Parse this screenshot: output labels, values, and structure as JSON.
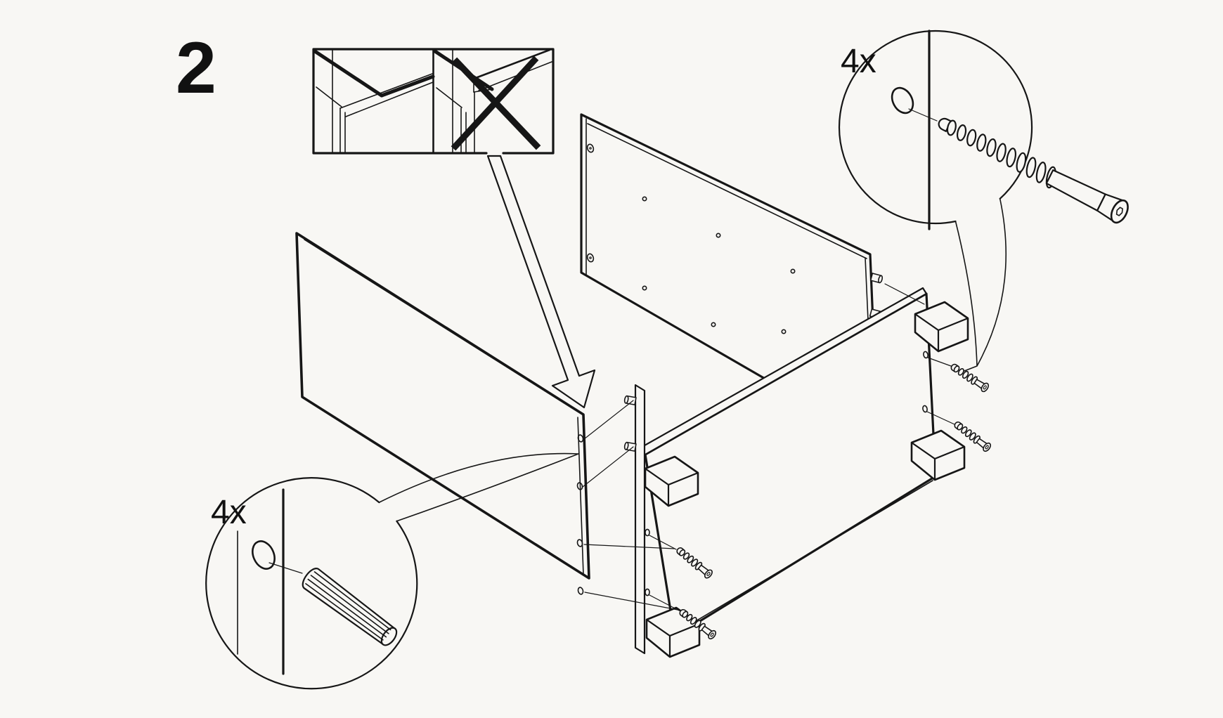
{
  "page": {
    "background_color": "#f8f7f4",
    "ink_color": "#161616"
  },
  "step": {
    "number": "2"
  },
  "callouts": {
    "screw": {
      "quantity_label": "4x",
      "icon": "countersunk-screw-icon"
    },
    "dowel": {
      "quantity_label": "4x",
      "icon": "wood-dowel-icon"
    }
  },
  "inset": {
    "icons": [
      "flush-panel-joint-icon",
      "misaligned-panel-joint-icon",
      "cross-mark-icon"
    ]
  }
}
